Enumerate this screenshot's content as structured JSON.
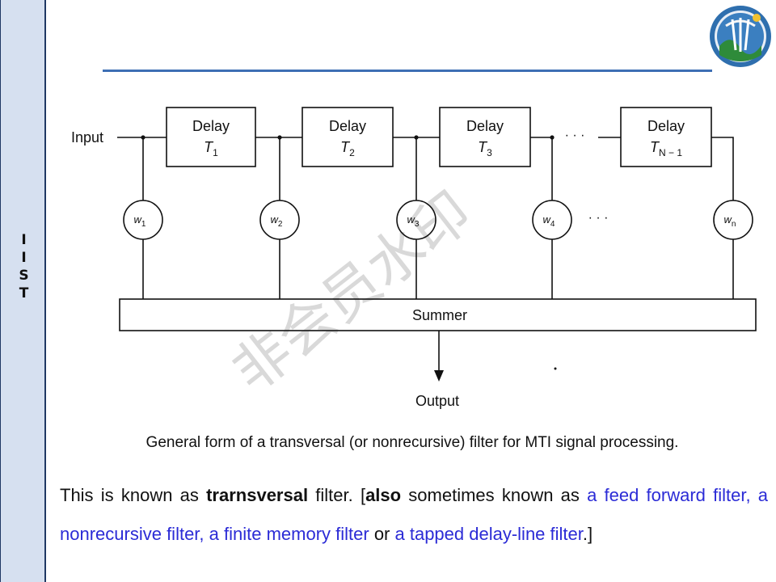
{
  "sidebar": {
    "letters": [
      "I",
      "I",
      "S",
      "T"
    ]
  },
  "diagram": {
    "input_label": "Input",
    "delays": [
      {
        "label": "Delay",
        "sym": "T",
        "sub": "1"
      },
      {
        "label": "Delay",
        "sym": "T",
        "sub": "2"
      },
      {
        "label": "Delay",
        "sym": "T",
        "sub": "3"
      },
      {
        "label": "Delay",
        "sym": "T",
        "sub": "N − 1"
      }
    ],
    "ellipsis": "· · ·",
    "weights": [
      {
        "sym": "w",
        "sub": "1"
      },
      {
        "sym": "w",
        "sub": "2"
      },
      {
        "sym": "w",
        "sub": "3"
      },
      {
        "sym": "w",
        "sub": "4"
      },
      {
        "sym": "w",
        "sub": "n"
      }
    ],
    "summer_label": "Summer",
    "output_label": "Output",
    "watermark": "非会员水印"
  },
  "caption": "General form of a transversal (or nonrecursive) filter for MTI signal processing.",
  "body": {
    "t1": "This is known as ",
    "t2": "trarnsversal",
    "t3": " filter. [",
    "t4": "also",
    "t5": " sometimes known as ",
    "t6": "a feed forward filter, a nonrecursive filter, a finite memory filter",
    "t7": " or ",
    "t8": "a tapped delay-line filter",
    "t9": ".]"
  },
  "colors": {
    "accent_rule": "#3d6fb4",
    "link_blue": "#2b2bd6",
    "sidebar_bg": "#d6e0f0"
  }
}
